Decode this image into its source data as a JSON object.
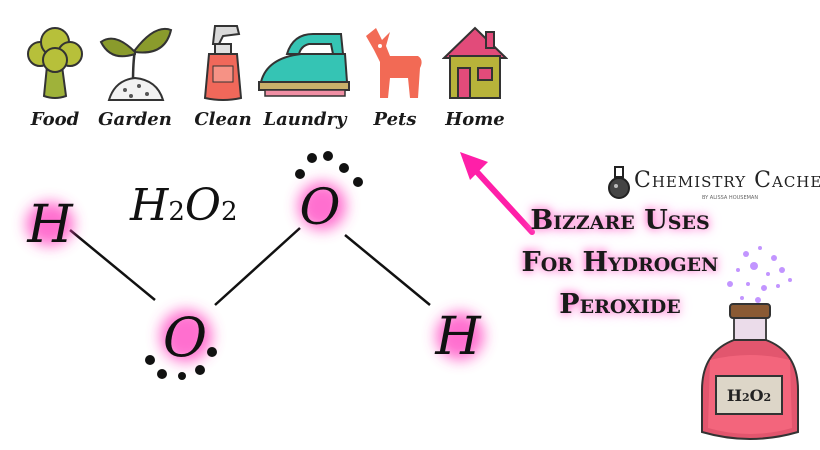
{
  "categories": [
    {
      "label": "Food",
      "icon": "broccoli-icon"
    },
    {
      "label": "Garden",
      "icon": "sprout-icon"
    },
    {
      "label": "Clean",
      "icon": "spray-bottle-icon"
    },
    {
      "label": "Laundry",
      "icon": "iron-icon"
    },
    {
      "label": "Pets",
      "icon": "dog-icon"
    },
    {
      "label": "Home",
      "icon": "house-icon"
    }
  ],
  "molecule": {
    "atoms": [
      "H",
      "O",
      "O",
      "H"
    ],
    "formula": {
      "h": "H",
      "h_count": "2",
      "o": "O",
      "o_count": "2"
    }
  },
  "brand": {
    "name": "Chemistry Cachet",
    "byline": "BY ALISSA HOUSEMAN"
  },
  "headline": {
    "line1": "Bizzare Uses",
    "line2": "For Hydrogen",
    "line3": "Peroxide"
  },
  "bottle": {
    "label_h": "H",
    "label_h_count": "2",
    "label_o": "O",
    "label_o_count": "2"
  },
  "colors": {
    "glow": "#ff3fbf",
    "arrow": "#ff1fa8",
    "broccoli": "#b7c03a",
    "leaf": "#8a9b2c",
    "spray": "#f0685a",
    "iron": "#35c4b4",
    "dog": "#f26a55",
    "house_wall": "#b8b33a",
    "house_roof": "#e24b7a"
  }
}
